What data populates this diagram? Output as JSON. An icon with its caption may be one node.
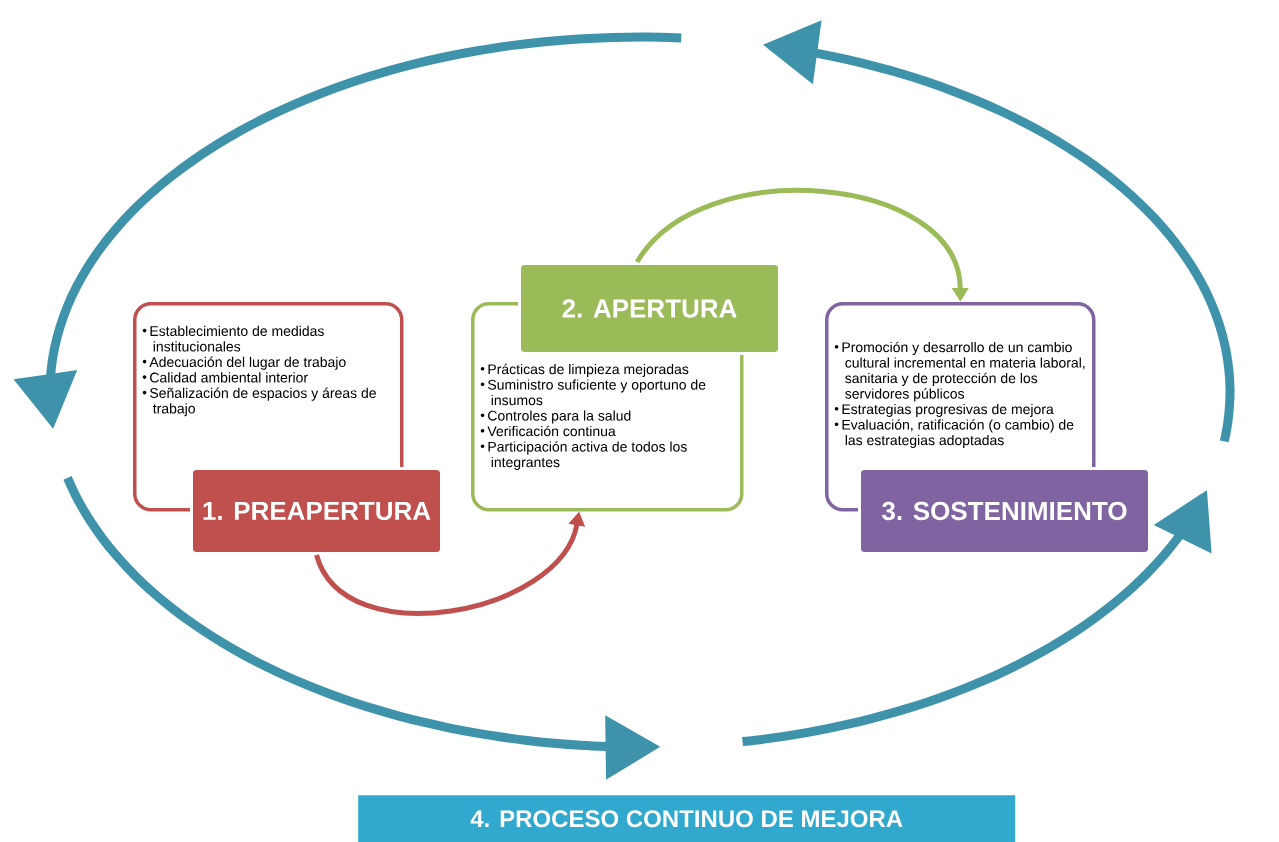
{
  "diagram": {
    "nodes": [
      {
        "text": [
          "Establecimiento de medidas institucionales",
          "Adecuación del lugar de trabajo",
          "Calidad ambiental interior",
          "Señalización de espacios y áreas de trabajo"
        ]
      },
      {
        "text": [
          "1. PREAPERTURA"
        ]
      },
      {
        "text": [
          "Prácticas de limpieza mejoradas",
          "Suministro suficiente y oportuno de insumos",
          "Controles para la salud",
          "Verificación continua",
          "Participación activa de todos los integrantes"
        ]
      },
      {
        "text": [
          "2. APERTURA"
        ]
      },
      {
        "text": [
          "Promoción y desarrollo de un cambio cultural incremental en materia laboral, sanitaria y de protección de los servidores públicos",
          "Estrategias progresivas de mejora",
          "Evaluación, ratificación (o cambio) de las estrategias adoptadas"
        ]
      },
      {
        "text": [
          "3. SOSTENIMIENTO"
        ]
      },
      {
        "text": [
          "4. PROCESO CONTINUO DE MEJORA"
        ]
      }
    ],
    "edges": [
      {
        "from": 1,
        "to": 2,
        "arrow": "to",
        "color": "#c0504d"
      },
      {
        "from": 3,
        "to": 4,
        "arrow": "to",
        "color": "#9bbb59"
      }
    ]
  }
}
